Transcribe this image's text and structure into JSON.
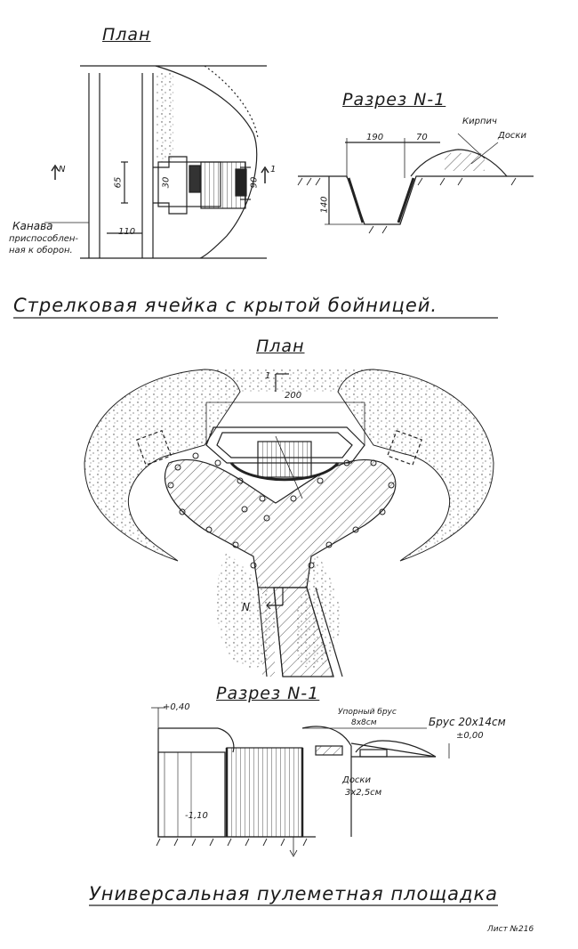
{
  "top": {
    "plan_label": "План",
    "section_label": "Разрез N-1",
    "dim_65": "65",
    "dim_30": "30",
    "dim_110": "110",
    "dim_90": "90",
    "dim_190": "190",
    "dim_70": "70",
    "dim_140": "140",
    "marker_n": "N",
    "marker_1": "1",
    "note_brick": "Кирпич",
    "note_boards": "Доски",
    "ditch_label_1": "Канава",
    "ditch_label_2": "приспособлен-",
    "ditch_label_3": "ная к оборон."
  },
  "title_1": "Стрелковая ячейка с крытой бойницей.",
  "middle": {
    "plan_label": "План",
    "dim_200": "200",
    "marker_1": "1",
    "marker_n": "N"
  },
  "bottom": {
    "section_label": "Разрез N-1",
    "level_top": "+0,40",
    "level_zero": "±0,00",
    "level_bottom": "-1,10",
    "note_support_1": "Упорный брус",
    "note_support_2": "8х8см",
    "note_beam": "Брус 20х14см",
    "note_boards_1": "Доски",
    "note_boards_2": "3х2,5см"
  },
  "title_2": "Универсальная пулеметная площадка",
  "sheet_no": "Лист №216"
}
